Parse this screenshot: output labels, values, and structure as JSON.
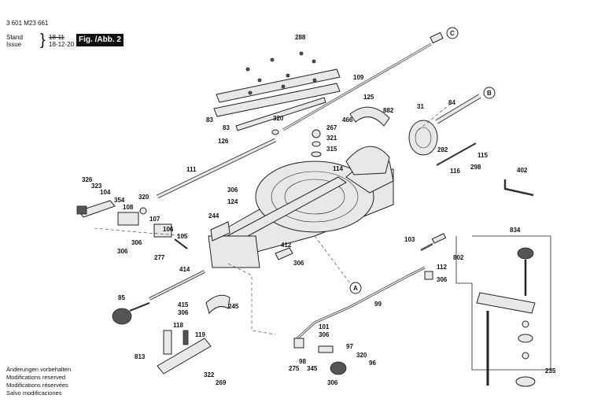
{
  "header": {
    "doc_number": "3 601 M23 661",
    "stand_label": "Stand",
    "stand_value": "18-11",
    "issue_label": "Issue",
    "issue_value": "18-12-20",
    "figure": "Fig. /Abb. 2"
  },
  "notes": [
    "Änderungen vorbehalten",
    "Modifications reserved",
    "Modifications réservées",
    "Salvo modificaciones"
  ],
  "refs": {
    "a": "A",
    "b": "B",
    "c": "C"
  },
  "parts": {
    "p288": "288",
    "p109": "109",
    "p83a": "83",
    "p83b": "83",
    "p126": "126",
    "p320a": "320",
    "p267": "267",
    "p321": "321",
    "p315": "315",
    "p125": "125",
    "p882": "882",
    "p466": "466",
    "p31": "31",
    "p84": "84",
    "p282": "282",
    "p115": "115",
    "p116": "116",
    "p298": "298",
    "p114": "114",
    "p111": "111",
    "p402": "402",
    "p306a": "306",
    "p124": "124",
    "p326": "326",
    "p323": "323",
    "p104": "104",
    "p354": "354",
    "p108": "108",
    "p320b": "320",
    "p244": "244",
    "p107": "107",
    "p306b": "306",
    "p306c": "306",
    "p106": "106",
    "p105": "105",
    "p277": "277",
    "p103": "103",
    "p834": "834",
    "p412": "412",
    "p306d": "306",
    "p802": "802",
    "p112": "112",
    "p414": "414",
    "p306e": "306",
    "p85": "85",
    "p415": "415",
    "p306f": "306",
    "p245": "245",
    "p99": "99",
    "p118": "118",
    "p119": "119",
    "p813": "813",
    "p101": "101",
    "p306g": "306",
    "p98": "98",
    "p275": "275",
    "p345": "345",
    "p97": "97",
    "p320c": "320",
    "p96": "96",
    "p322": "322",
    "p269": "269",
    "p306h": "306",
    "p235": "235"
  }
}
